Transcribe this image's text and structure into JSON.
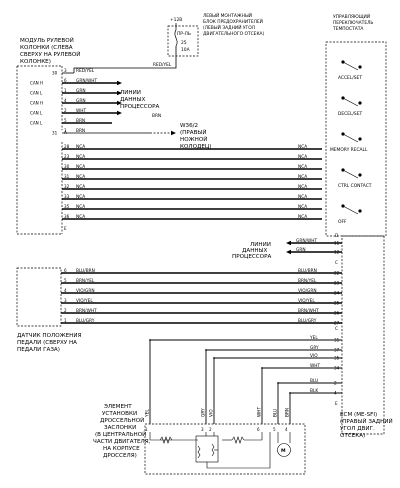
{
  "power": {
    "voltage": "+12В",
    "fuse_name": "ПР-ЛЬ",
    "fuse_number": "25",
    "fuse_rating": "10A",
    "fuse_block_label": [
      "ЛЕВЫЙ МОНТАЖНЫЙ",
      "БЛОК ПРЕДОХРАНИТЕЛЕЙ",
      "(ЛЕВЫЙ ЗАДНИЙ УГОЛ",
      "ДВИГАТЕЛЬНОГО ОТСЕКА)"
    ],
    "feed_wire": "RED/YEL"
  },
  "steering_module": {
    "label": [
      "МОДУЛЬ РУЛЕВОЙ",
      "КОЛОНКИ (СЛЕВА",
      "СВЕРХУ НА РУЛЕВОЙ",
      "КОЛОНКЕ)"
    ],
    "pins": [
      {
        "side": "",
        "pin": "30",
        "num": "3",
        "wire": "RED/YEL"
      },
      {
        "side": "CAN H",
        "pin": "",
        "num": "6",
        "wire": "GRN/WHT"
      },
      {
        "side": "CAN L",
        "pin": "",
        "num": "1",
        "wire": "GRN"
      },
      {
        "side": "CAN H",
        "pin": "",
        "num": "4",
        "wire": "GRN"
      },
      {
        "side": "CAN L",
        "pin": "",
        "num": "2",
        "wire": "WHT"
      },
      {
        "side": "CAN L",
        "pin": "",
        "num": "5",
        "wire": "BRN"
      },
      {
        "side": "",
        "pin": "31",
        "num": "1",
        "wire": "BRN"
      }
    ],
    "connector_letter": "A",
    "data_lines_label": [
      "ЛИНИИ",
      "ДАННЫХ",
      "ПРОЦЕССОРА"
    ],
    "ground_label": [
      "W36/2",
      "(ПРАВЫЙ",
      "НОЖНОЙ",
      "КОЛОДЕЦ)"
    ],
    "ground_wire": "BRN",
    "nca_pins": [
      "28",
      "23",
      "30",
      "31",
      "32",
      "33",
      "35",
      "36"
    ],
    "nca_text": "NCA",
    "end_letter": "E"
  },
  "cruise_switch": {
    "label": [
      "УПРАВЛЯЮЩИЙ",
      "ПЕРЕКЛЮЧАТЕЛЬ",
      "ТЕМПОСТАТА"
    ],
    "positions": [
      "ACCEL/SET",
      "DECEL/SET",
      "MEMORY RECALL",
      "CTRL CONTACT",
      "OFF"
    ]
  },
  "ecm": {
    "label": [
      "ECM (ME-SFI)",
      "(ПРАВЫЙ ЗАДНИЙ",
      "УГОЛ ДВИГ.",
      "ОТСЕКА)"
    ],
    "upper_pins": [
      {
        "num": "11",
        "wire": "GRN/WHT"
      },
      {
        "num": "12",
        "wire": "GRN"
      }
    ],
    "data_lines_label": [
      "ЛИНИИ",
      "ДАННЫХ",
      "ПРОЦЕССОРА"
    ],
    "letter_d": "D",
    "letter_c": "C",
    "pedal_pins": [
      {
        "num": "22",
        "wire": "BLU/BRN"
      },
      {
        "num": "23",
        "wire": "BRN/YEL"
      },
      {
        "num": "24",
        "wire": "VIO/GRN"
      },
      {
        "num": "25",
        "wire": "VIO/YEL"
      },
      {
        "num": "26",
        "wire": "BRN/WHT"
      },
      {
        "num": "27",
        "wire": "BLU/GRY"
      }
    ],
    "letter_c2": "C",
    "throttle_pins": [
      {
        "num": "31",
        "wire": "YEL"
      },
      {
        "num": "37",
        "wire": "GRY"
      },
      {
        "num": "35",
        "wire": "VIO"
      },
      {
        "num": "34",
        "wire": "WHT"
      },
      {
        "num": "2",
        "wire": "BLU"
      },
      {
        "num": "4",
        "wire": "BLK"
      }
    ],
    "letter_e": "E"
  },
  "pedal_sensor": {
    "label": [
      "ДАТЧИК ПОЛОЖЕНИЯ",
      "ПЕДАЛИ (СВЕРХУ НА",
      "ПЕДАЛИ ГАЗА)"
    ],
    "pins": [
      "6",
      "5",
      "4",
      "3",
      "2",
      "1"
    ]
  },
  "throttle": {
    "label": [
      "ЭЛЕМЕНТ",
      "УСТАНОВКИ",
      "ДРОССЕЛЬНОЙ",
      "ЗАСЛОНКИ",
      "(В ЦЕНТРАЛЬНОЙ",
      "ЧАСТИ ДВИГАТЕЛЯ,",
      "НА КОРПУСЕ",
      "ДРОССЕЛЯ)"
    ],
    "wires": [
      "YEL",
      "GRY",
      "VIO",
      "WHT",
      "BLU",
      "BRN"
    ],
    "pins": [
      "1",
      "3",
      "2",
      "6",
      "5",
      "4"
    ]
  }
}
